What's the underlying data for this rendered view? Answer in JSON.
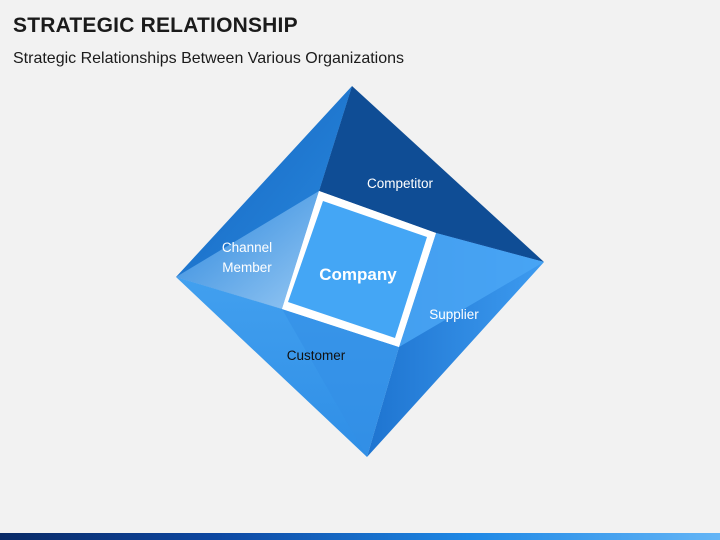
{
  "header": {
    "title": "STRATEGIC RELATIONSHIP",
    "subtitle": "Strategic Relationships Between Various Organizations"
  },
  "diagram": {
    "center": "Company",
    "segments": {
      "competitor": "Competitor",
      "channel_member_line1": "Channel",
      "channel_member_line2": "Member",
      "supplier": "Supplier",
      "customer": "Customer"
    }
  },
  "colors": {
    "top_dark": "#0d4a8f",
    "left": "#1f7fd6",
    "right": "#2b8ae8",
    "bottom": "#3a97ea",
    "center": "#42a5f5",
    "accent_light": "#5cb2f5"
  }
}
